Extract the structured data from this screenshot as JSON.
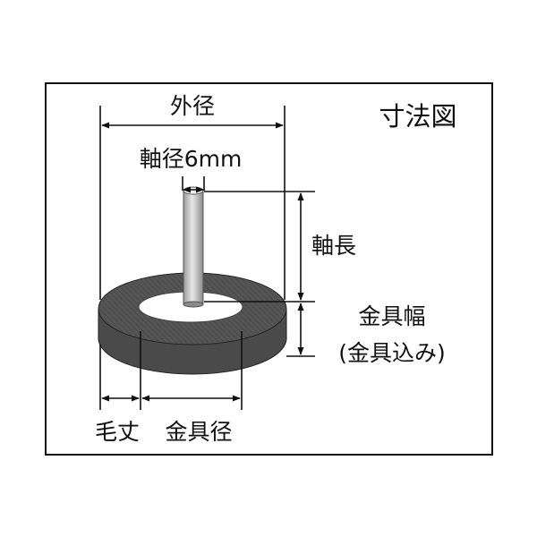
{
  "diagram": {
    "title": "寸法図",
    "labels": {
      "outer_diameter": "外径",
      "shaft_diameter": "軸径6mm",
      "shaft_length": "軸長",
      "fitting_width": "金具幅",
      "fitting_width_note": "(金具込み)",
      "bristle_length": "毛丈",
      "fitting_diameter": "金具径"
    }
  }
}
